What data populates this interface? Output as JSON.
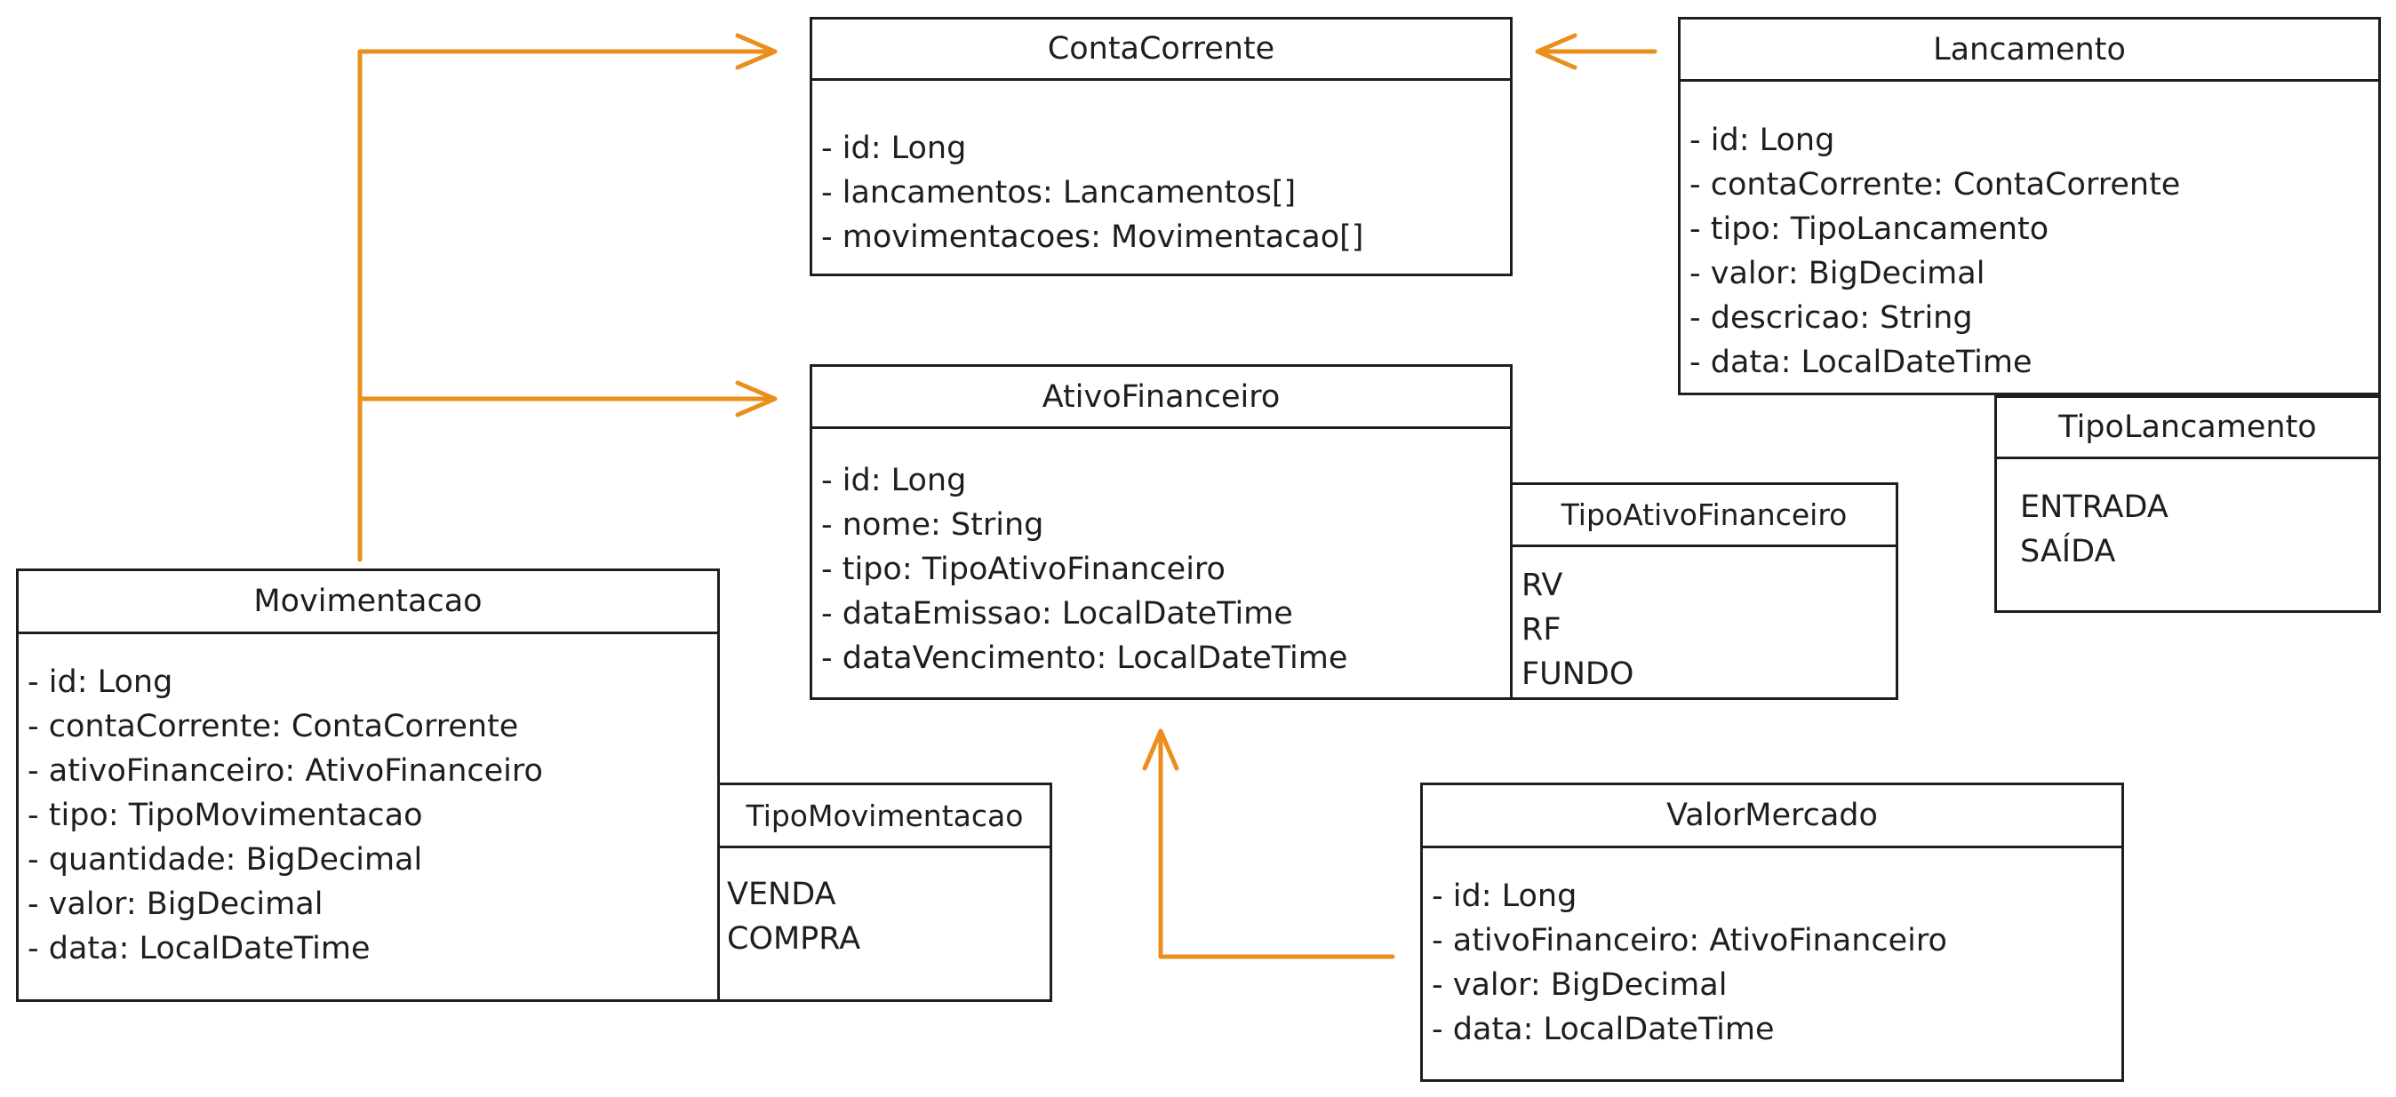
{
  "diagram": {
    "colors": {
      "stroke": "#1e1e1e",
      "arrow": "#ea8f1b",
      "background": "#ffffff"
    },
    "classes": {
      "conta_corrente": {
        "name": "ContaCorrente",
        "attributes": [
          "- id: Long",
          "- lancamentos: Lancamentos[]",
          "- movimentacoes: Movimentacao[]"
        ]
      },
      "lancamento": {
        "name": "Lancamento",
        "attributes": [
          "- id: Long",
          "- contaCorrente: ContaCorrente",
          "- tipo: TipoLancamento",
          "- valor: BigDecimal",
          "- descricao: String",
          "- data: LocalDateTime"
        ]
      },
      "tipo_lancamento": {
        "name": "TipoLancamento",
        "values": [
          "ENTRADA",
          "SAÍDA"
        ]
      },
      "ativo_financeiro": {
        "name": "AtivoFinanceiro",
        "attributes": [
          "- id: Long",
          "- nome: String",
          "- tipo: TipoAtivoFinanceiro",
          "- dataEmissao: LocalDateTime",
          "- dataVencimento: LocalDateTime"
        ]
      },
      "tipo_ativo_financeiro": {
        "name": "TipoAtivoFinanceiro",
        "values": [
          "RV",
          "RF",
          "FUNDO"
        ]
      },
      "movimentacao": {
        "name": "Movimentacao",
        "attributes": [
          "- id: Long",
          "- contaCorrente: ContaCorrente",
          "- ativoFinanceiro: AtivoFinanceiro",
          "- tipo: TipoMovimentacao",
          "- quantidade: BigDecimal",
          "- valor: BigDecimal",
          "- data: LocalDateTime"
        ]
      },
      "tipo_movimentacao": {
        "name": "TipoMovimentacao",
        "values": [
          "VENDA",
          "COMPRA"
        ]
      },
      "valor_mercado": {
        "name": "ValorMercado",
        "attributes": [
          "- id: Long",
          "- ativoFinanceiro: AtivoFinanceiro",
          "- valor: BigDecimal",
          "- data: LocalDateTime"
        ]
      }
    },
    "relations": [
      {
        "from": "Movimentacao",
        "to": "ContaCorrente"
      },
      {
        "from": "Movimentacao",
        "to": "AtivoFinanceiro"
      },
      {
        "from": "Lancamento",
        "to": "ContaCorrente"
      },
      {
        "from": "ValorMercado",
        "to": "AtivoFinanceiro"
      }
    ]
  }
}
